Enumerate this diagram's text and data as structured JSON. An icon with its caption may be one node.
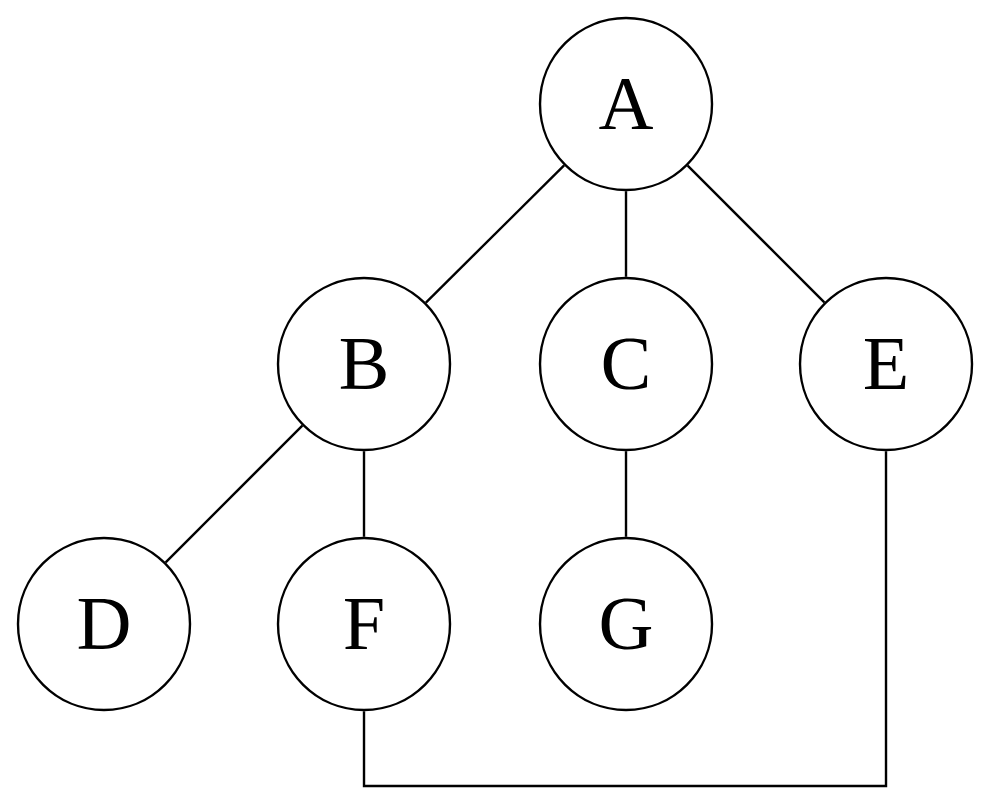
{
  "diagram": {
    "nodes": [
      {
        "text": [
          "A"
        ]
      },
      {
        "text": [
          "B"
        ]
      },
      {
        "text": [
          "C"
        ]
      },
      {
        "text": [
          "E"
        ]
      },
      {
        "text": [
          "D"
        ]
      },
      {
        "text": [
          "F"
        ]
      },
      {
        "text": [
          "G"
        ]
      }
    ],
    "edges": [
      {
        "from": 0,
        "to": 1,
        "arrow": "none"
      },
      {
        "from": 0,
        "to": 2,
        "arrow": "none"
      },
      {
        "from": 0,
        "to": 3,
        "arrow": "none"
      },
      {
        "from": 1,
        "to": 4,
        "arrow": "none"
      },
      {
        "from": 1,
        "to": 5,
        "arrow": "none"
      },
      {
        "from": 2,
        "to": 6,
        "arrow": "none"
      },
      {
        "from": 5,
        "to": 3,
        "arrow": "none"
      }
    ]
  }
}
